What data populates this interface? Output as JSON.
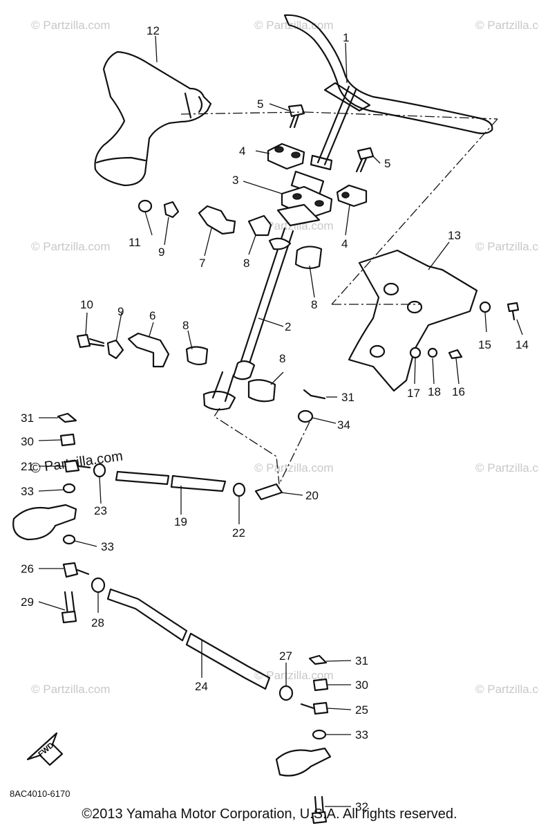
{
  "watermark": "© Partzilla.com",
  "diagram_code": "8AC4010-6170",
  "copyright": "©2013 Yamaha Motor Corporation, U.S.A. All rights reserved.",
  "fwd_label": "FWD",
  "callouts": {
    "c1": "1",
    "c2": "2",
    "c3": "3",
    "c4a": "4",
    "c4b": "4",
    "c5a": "5",
    "c5b": "5",
    "c6": "6",
    "c7": "7",
    "c8a": "8",
    "c8b": "8",
    "c8c": "8",
    "c8d": "8",
    "c9a": "9",
    "c9b": "9",
    "c10": "10",
    "c11": "11",
    "c12": "12",
    "c13": "13",
    "c14": "14",
    "c15": "15",
    "c16": "16",
    "c17": "17",
    "c18": "18",
    "c19": "19",
    "c20": "20",
    "c21": "21",
    "c22": "22",
    "c23": "23",
    "c24": "24",
    "c25": "25",
    "c26": "26",
    "c27": "27",
    "c28": "28",
    "c29": "29",
    "c30a": "30",
    "c30b": "30",
    "c31a": "31",
    "c31b": "31",
    "c31c": "31",
    "c32": "32",
    "c33a": "33",
    "c33b": "33",
    "c33c": "33",
    "c34": "34"
  }
}
